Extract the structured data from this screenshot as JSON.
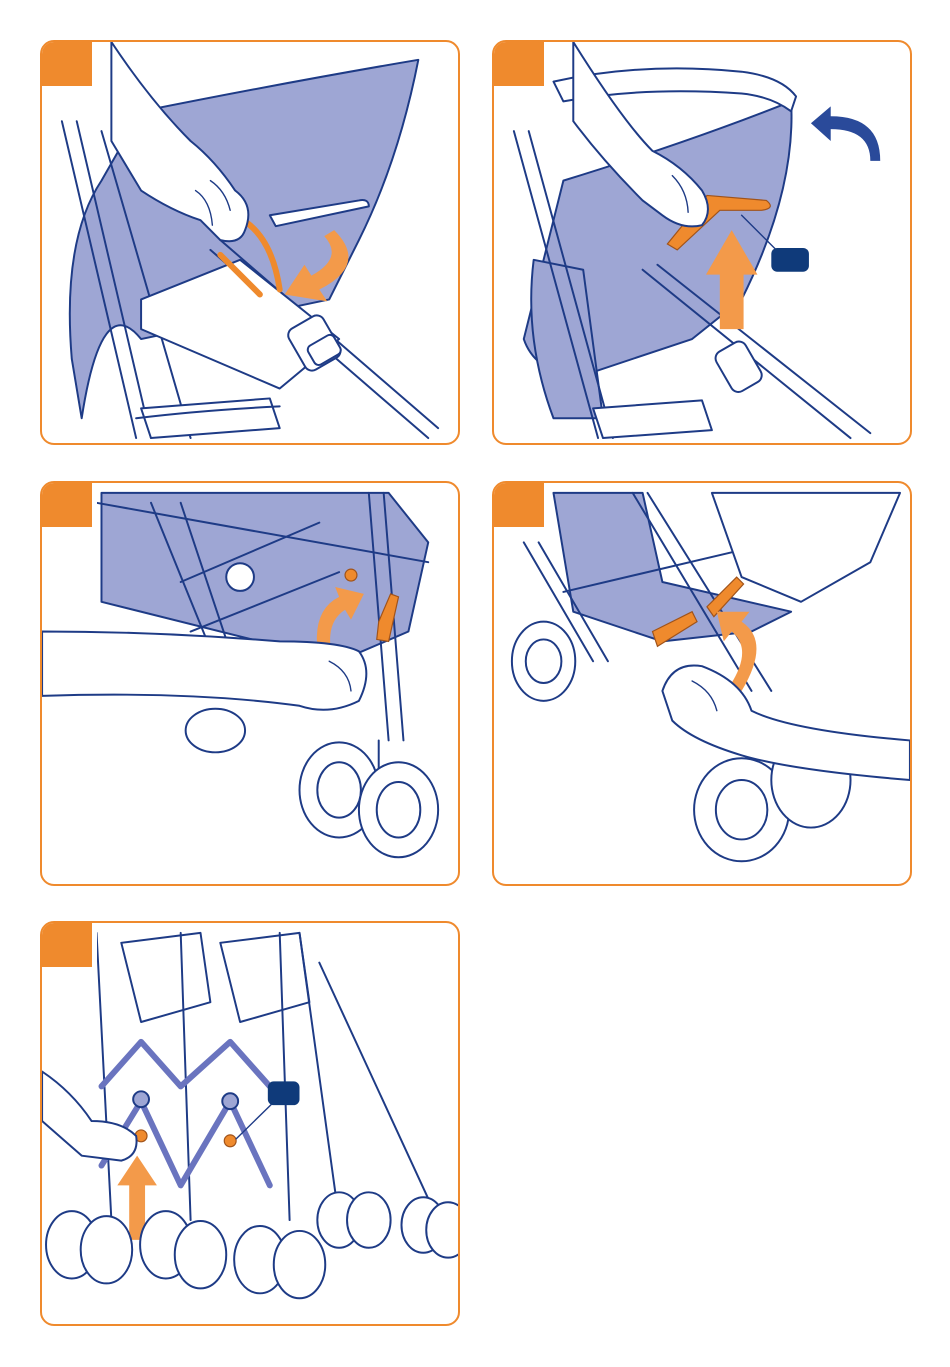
{
  "page": {
    "background": "#ffffff"
  },
  "colors": {
    "accent": "#ef8a2d",
    "fabric": "#9ea6d4",
    "line": "#1e3b86",
    "label": "#0f3a7a"
  },
  "panels": [
    {
      "icon": "canopy-release-illustration"
    },
    {
      "icon": "handle-fold-illustration"
    },
    {
      "icon": "side-latch-illustration"
    },
    {
      "icon": "lower-latch-illustration"
    },
    {
      "icon": "fold-lift-illustration"
    }
  ]
}
